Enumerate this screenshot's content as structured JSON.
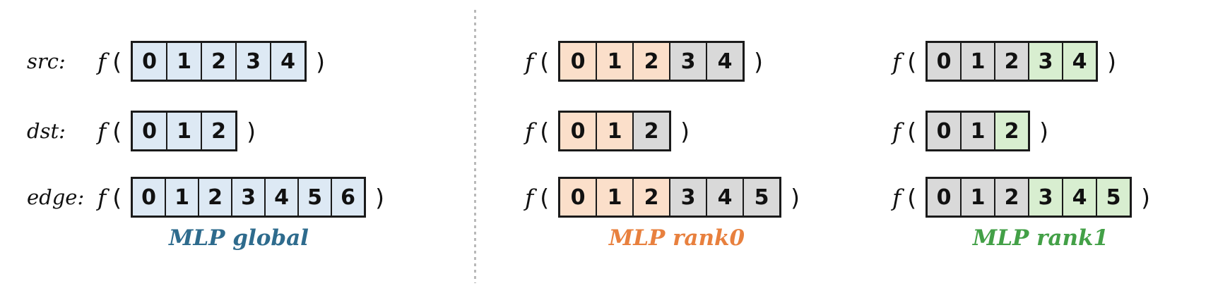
{
  "figure": {
    "description": "MLP tensor partition diagram"
  },
  "function_symbol": "f",
  "open_paren": "(",
  "close_paren": ")",
  "colors": {
    "box_blue": "#dde9f4",
    "box_orange": "#fbdfca",
    "box_gray": "#d9d9d9",
    "box_green": "#d8eed0",
    "box_border": "#1a1a1a",
    "caption_global": "#2e6b8d",
    "caption_rank0": "#e8803e",
    "caption_rank1": "#43a047",
    "divider_gray": "#b9b9b9"
  },
  "panels": [
    {
      "id": "global",
      "caption": "MLP global",
      "caption_color": "caption_global",
      "rows": [
        {
          "label": "src:",
          "cells": [
            {
              "value": "0",
              "color": "box_blue"
            },
            {
              "value": "1",
              "color": "box_blue"
            },
            {
              "value": "2",
              "color": "box_blue"
            },
            {
              "value": "3",
              "color": "box_blue"
            },
            {
              "value": "4",
              "color": "box_blue"
            }
          ]
        },
        {
          "label": "dst:",
          "cells": [
            {
              "value": "0",
              "color": "box_blue"
            },
            {
              "value": "1",
              "color": "box_blue"
            },
            {
              "value": "2",
              "color": "box_blue"
            }
          ]
        },
        {
          "label": "edge:",
          "cells": [
            {
              "value": "0",
              "color": "box_blue"
            },
            {
              "value": "1",
              "color": "box_blue"
            },
            {
              "value": "2",
              "color": "box_blue"
            },
            {
              "value": "3",
              "color": "box_blue"
            },
            {
              "value": "4",
              "color": "box_blue"
            },
            {
              "value": "5",
              "color": "box_blue"
            },
            {
              "value": "6",
              "color": "box_blue"
            }
          ]
        }
      ]
    },
    {
      "id": "rank0",
      "caption": "MLP rank0",
      "caption_color": "caption_rank0",
      "rows": [
        {
          "label": "",
          "cells": [
            {
              "value": "0",
              "color": "box_orange"
            },
            {
              "value": "1",
              "color": "box_orange"
            },
            {
              "value": "2",
              "color": "box_orange"
            },
            {
              "value": "3",
              "color": "box_gray"
            },
            {
              "value": "4",
              "color": "box_gray"
            }
          ]
        },
        {
          "label": "",
          "cells": [
            {
              "value": "0",
              "color": "box_orange"
            },
            {
              "value": "1",
              "color": "box_orange"
            },
            {
              "value": "2",
              "color": "box_gray"
            }
          ]
        },
        {
          "label": "",
          "cells": [
            {
              "value": "0",
              "color": "box_orange"
            },
            {
              "value": "1",
              "color": "box_orange"
            },
            {
              "value": "2",
              "color": "box_orange"
            },
            {
              "value": "3",
              "color": "box_gray"
            },
            {
              "value": "4",
              "color": "box_gray"
            },
            {
              "value": "5",
              "color": "box_gray"
            }
          ]
        }
      ]
    },
    {
      "id": "rank1",
      "caption": "MLP rank1",
      "caption_color": "caption_rank1",
      "rows": [
        {
          "label": "",
          "cells": [
            {
              "value": "0",
              "color": "box_gray"
            },
            {
              "value": "1",
              "color": "box_gray"
            },
            {
              "value": "2",
              "color": "box_gray"
            },
            {
              "value": "3",
              "color": "box_green"
            },
            {
              "value": "4",
              "color": "box_green"
            }
          ]
        },
        {
          "label": "",
          "cells": [
            {
              "value": "0",
              "color": "box_gray"
            },
            {
              "value": "1",
              "color": "box_gray"
            },
            {
              "value": "2",
              "color": "box_green"
            }
          ]
        },
        {
          "label": "",
          "cells": [
            {
              "value": "0",
              "color": "box_gray"
            },
            {
              "value": "1",
              "color": "box_gray"
            },
            {
              "value": "2",
              "color": "box_gray"
            },
            {
              "value": "3",
              "color": "box_green"
            },
            {
              "value": "4",
              "color": "box_green"
            },
            {
              "value": "5",
              "color": "box_green"
            }
          ]
        }
      ]
    }
  ]
}
